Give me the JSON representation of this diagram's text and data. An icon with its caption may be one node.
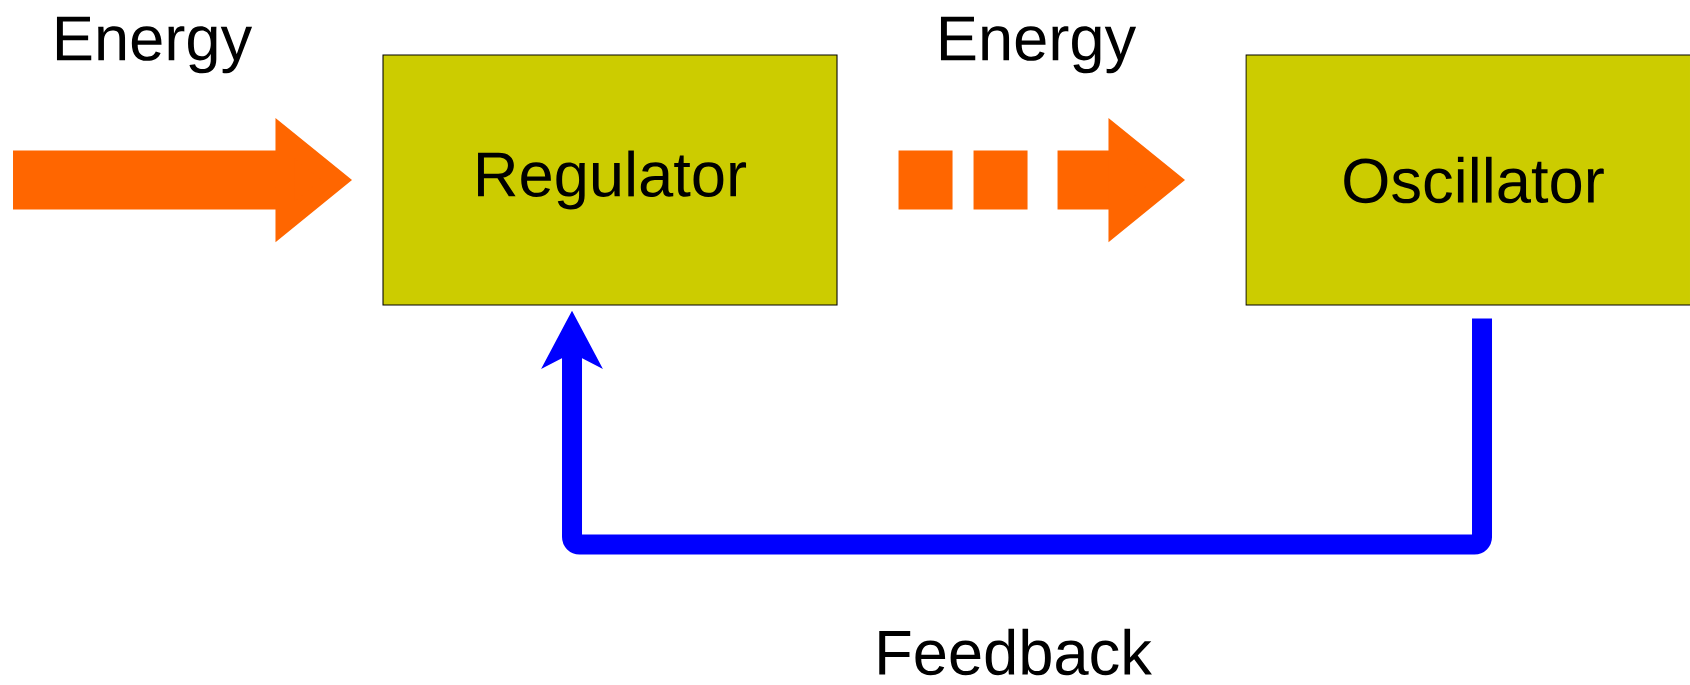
{
  "diagram": {
    "nodes": [
      {
        "text": [
          "Regulator"
        ]
      },
      {
        "text": [
          "Oscillator"
        ]
      }
    ],
    "edges": [
      {
        "from": null,
        "to": 0,
        "arrow": "to",
        "label": "Energy"
      },
      {
        "from": 0,
        "to": 1,
        "arrow": "to",
        "label": "Energy",
        "style": "dashed"
      },
      {
        "from": 1,
        "to": 0,
        "arrow": "to",
        "label": "Feedback",
        "color": "#0000ff"
      }
    ]
  }
}
